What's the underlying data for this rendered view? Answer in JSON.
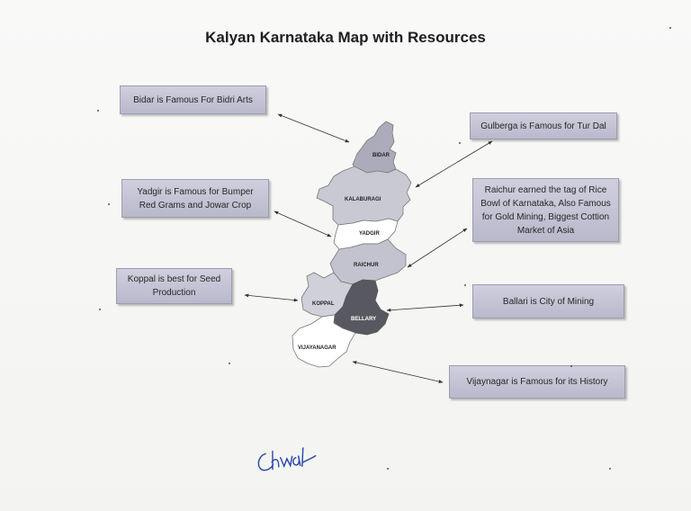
{
  "title": "Kalyan Karnataka Map with Resources",
  "regions": {
    "bidar": "BIDAR",
    "kalaburagi": "KALABURAGI",
    "yadgir": "YADGIR",
    "raichur": "RAICHUR",
    "koppal": "KOPPAL",
    "ballary": "BELLARY",
    "vijayanagar": "VIJAYANAGAR"
  },
  "callouts": {
    "bidar": "Bidar is Famous  For Bidri  Arts",
    "gulberga": "Gulberga is Famous for Tur Dal",
    "yadgir": "Yadgir is Famous for Bumper Red Grams and Jowar Crop",
    "raichur": "Raichur earned the tag of Rice Bowl of Karnataka, Also Famous for Gold Mining, Biggest Cottion Market of Asia",
    "koppal": "Koppal is best for Seed Production",
    "ballari": "Ballari is City of Mining",
    "vijaynagar": "Vijaynagar is Famous for its History"
  },
  "colors": {
    "bidar": "#ababbb",
    "kalaburagi": "#c9c9d4",
    "yadgir": "#ffffff",
    "raichur": "#c3c3cf",
    "koppal": "#d0d0db",
    "ballary": "#585860",
    "vijayanagar": "#ffffff",
    "callout_fill": "#c4c4d6"
  }
}
